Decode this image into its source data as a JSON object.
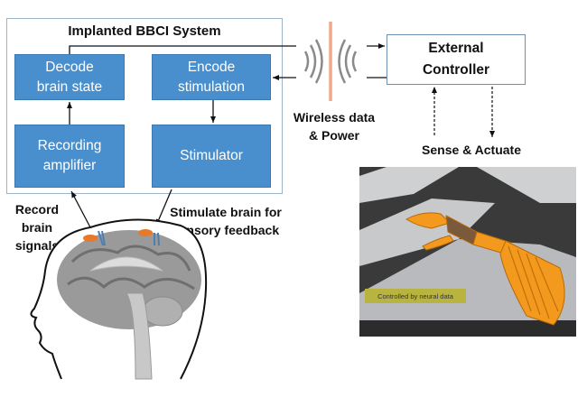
{
  "implanted_system": {
    "title": "Implanted BBCI System",
    "blocks": {
      "decode": [
        "Decode",
        "brain state"
      ],
      "encode": [
        "Encode",
        "stimulation"
      ],
      "recording": [
        "Recording",
        "amplifier"
      ],
      "stimulator": [
        "Stimulator"
      ]
    }
  },
  "wireless": {
    "label": [
      "Wireless data",
      "& Power"
    ]
  },
  "external_controller": {
    "label": [
      "External",
      "Controller"
    ]
  },
  "sense_actuate": {
    "label": "Sense & Actuate"
  },
  "brain": {
    "record_label": [
      "Record",
      "brain",
      "signals"
    ],
    "stimulate_label": [
      "Stimulate brain for",
      "sensory feedback"
    ]
  },
  "simulation": {
    "overlay_label": "Controlled by neural data"
  },
  "colors": {
    "block_blue": "#4a8fcd",
    "barrier_orange": "#f0a98a",
    "prosthetic_orange": "#f39a1e",
    "electrode_orange": "#e8792a"
  }
}
